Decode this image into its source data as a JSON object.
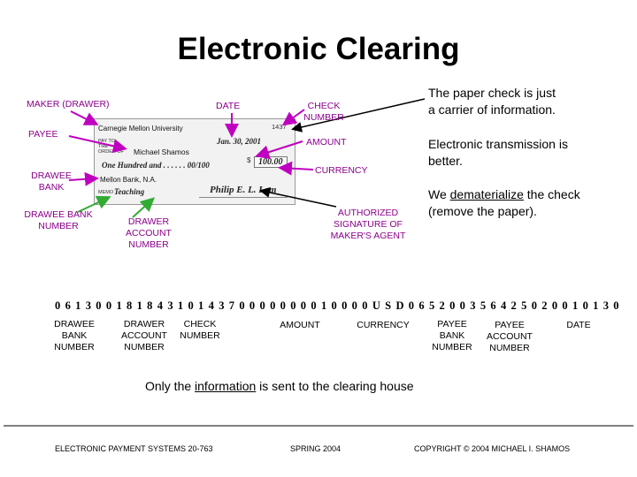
{
  "title": "Electronic Clearing",
  "check": {
    "payer_name": "Carnegie Mellon University",
    "pay_to_label": "PAY TO THE ORDER OF",
    "payee_name": "Michael Shamos",
    "date": "Jan. 30, 2001",
    "check_number": "1437",
    "amount_words": "One Hundred and . . . . . . 00/100",
    "amount_figure": "100.00",
    "bank_name": "Mellon Bank, N.A.",
    "memo_label": "MEMO",
    "memo": "Teaching",
    "signature": "Philip E. L. Lem",
    "dollar_sign": "$"
  },
  "labels": {
    "maker": "MAKER (DRAWER)",
    "date": "DATE",
    "check_number_1": "CHECK",
    "check_number_2": "NUMBER",
    "payee": "PAYEE",
    "amount": "AMOUNT",
    "currency": "CURRENCY",
    "drawee_bank_1": "DRAWEE",
    "drawee_bank_2": "BANK",
    "drawee_bank_number_1": "DRAWEE BANK",
    "drawee_bank_number_2": "NUMBER",
    "drawer_account_1": "DRAWER",
    "drawer_account_2": "ACCOUNT",
    "drawer_account_3": "NUMBER",
    "signature_1": "AUTHORIZED",
    "signature_2": "SIGNATURE OF",
    "signature_3": "MAKER'S AGENT"
  },
  "notes": {
    "carrier_1": "The paper check is just",
    "carrier_2": "a carrier of information.",
    "transmission_1": "Electronic transmission is",
    "transmission_2": "better.",
    "dematerialize_pre": "We ",
    "dematerialize_word": "dematerialize",
    "dematerialize_post": " the check",
    "dematerialize_2": "(remove the paper).",
    "only_pre": "Only the ",
    "only_word": "information",
    "only_post": " is sent to the clearing house"
  },
  "record_digits": "0 6 1 3 0 0 1 8 1 8 4 3 1 0 1 4 3 7 0 0 0 0 0 0 0 0 1 0 0 0 0 U S D 0 6 5 2 0 0 3 5 6 4 2 5 0 2 0 0 1 0 1 3 0",
  "bottom_labels": {
    "drawee_bank_number": [
      "DRAWEE",
      "BANK",
      "NUMBER"
    ],
    "drawer_account_number": [
      "DRAWER",
      "ACCOUNT",
      "NUMBER"
    ],
    "check_number": [
      "CHECK",
      "NUMBER"
    ],
    "amount": "AMOUNT",
    "currency": "CURRENCY",
    "payee_bank_number": [
      "PAYEE",
      "BANK",
      "NUMBER"
    ],
    "payee_account_number": [
      "PAYEE",
      "ACCOUNT",
      "NUMBER"
    ],
    "date": "DATE"
  },
  "footer": {
    "left": "ELECTRONIC PAYMENT SYSTEMS 20-763",
    "middle": "SPRING 2004",
    "right": "COPYRIGHT © 2004 MICHAEL I. SHAMOS"
  },
  "colors": {
    "label": "#8b008b",
    "arrow_magenta": "#c000c0",
    "arrow_green": "#33aa33",
    "arrow_black": "#000000"
  }
}
